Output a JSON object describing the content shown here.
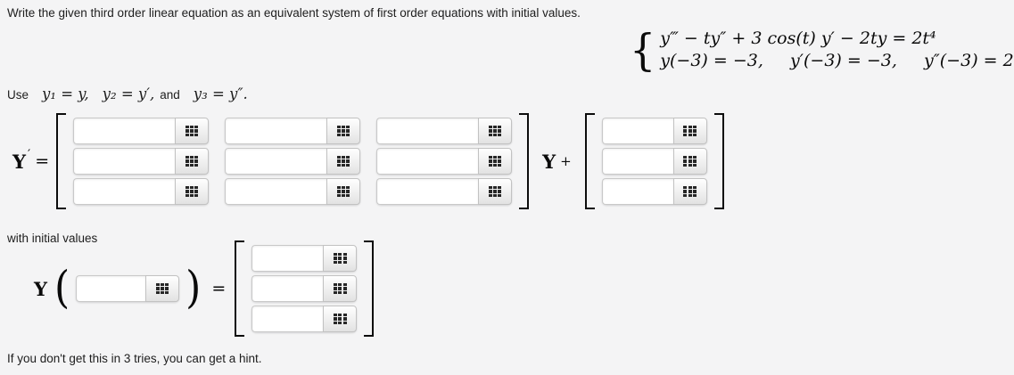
{
  "prompt": "Write the given third order linear equation as an equivalent system of first order equations with initial values.",
  "equation": {
    "brace": "{",
    "line1": "y‴ − ty″ + 3 cos(t) y′ − 2ty = 2t⁴",
    "conditions": [
      "y(−3) = −3,",
      "y′(−3) = −3,",
      "y″(−3) = 2"
    ]
  },
  "use_line": {
    "prefix": "Use",
    "sub1": "y₁ = y,",
    "sub2": "y₂ = y′,",
    "and": "and",
    "sub3": "y₃ = y″."
  },
  "system": {
    "lhs_y": "Y",
    "lhs_prime": "′",
    "lhs_equals": "=",
    "mid_y": "Y",
    "mid_plus": "+"
  },
  "initial_values": {
    "heading": "with initial values",
    "y_label": "Y",
    "open_paren": "(",
    "close_paren": ")",
    "equals": "="
  },
  "hint": "If you don't get this in 3 tries, you can get a hint.",
  "answers": {
    "value": "",
    "placeholder": ""
  },
  "icons": {
    "grid_icon": "3x3-grid-equation-editor"
  },
  "colors": {
    "background": "#f4f4f5",
    "text": "#1d1d1d",
    "math": "#0a0a0a",
    "input_border": "#c9c9c9"
  }
}
